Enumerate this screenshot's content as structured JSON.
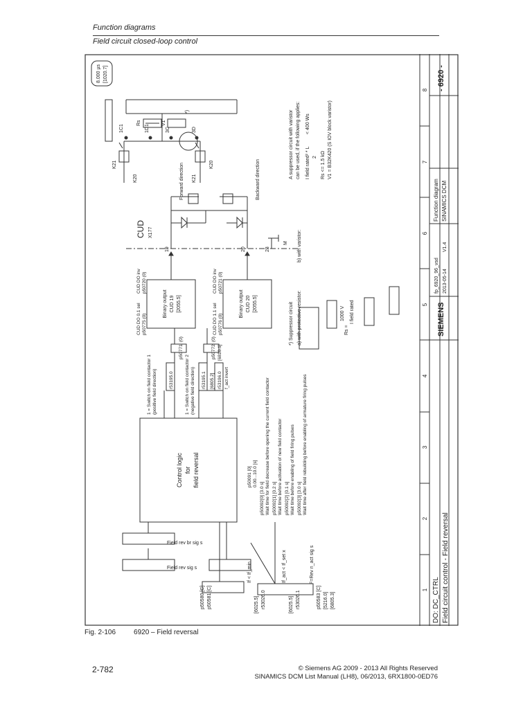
{
  "header": {
    "title": "Function diagrams",
    "subtitle": "Field circuit closed-loop control"
  },
  "figure": {
    "number": "Fig. 2-106",
    "title": "6920 – Field reversal"
  },
  "footer": {
    "page_number": "2-782",
    "copyright": "© Siemens AG 2009 - 2013 All Rights Reserved",
    "manual": "SINAMICS DCM List Manual (LH8), 06/2013, 6RX1800-0ED76"
  },
  "diagram": {
    "inputs": [
      {
        "label": "Field rev sig s",
        "param": "p50580 [C]"
      },
      {
        "label": "Field rev br sig s",
        "param": "p50581 [C]"
      },
      {
        "label": "If < If_min",
        "ref": "[6025.5]",
        "param": "r53026.0"
      },
      {
        "label": "If_act < If_set x",
        "ref": "[6025.5]",
        "param": "r53026.1"
      },
      {
        "label": "F=Rev n_act sig s",
        "param": "p50583 [C]",
        "ref2": "[5216.0]",
        "ref3": "[6805.3]"
      }
    ],
    "control_block": {
      "line1": "Control logic",
      "line2": "for",
      "line3": "field reversal"
    },
    "timing": {
      "p50091": "p50091 [0]",
      "p50091_range": "0.00...10.0 [s]",
      "items": [
        {
          "param": "p50092[0] [3.0 s]",
          "desc": "Wait time for field decrease before opening the current field contactor"
        },
        {
          "param": "p50092[1] [0.2 s]",
          "desc": "Wait time before activation of new field contactor"
        },
        {
          "param": "p50092[2] [0.1 s]",
          "desc": "Wait time before enabling of field firing pulses"
        },
        {
          "param": "p50092[3] [3.0 s]",
          "desc": "Wait time after field rebuilding before enabling of armature firing pulses"
        }
      ]
    },
    "outputs": [
      {
        "desc1": "1 = Switch on field contactor 1",
        "desc2": "(positive field direction)",
        "param": "r53195.0",
        "p": "p50771",
        "p_val": "(0)",
        "sel": "CUD DO 0.1 sel",
        "sel_p": "p50775 (0)",
        "inv": "CUD DO inv",
        "inv_p": "p50720 (0)",
        "block": "Binary output",
        "block2": "CUD 19",
        "block_ref": "[2055.5]",
        "term": "19"
      },
      {
        "desc1": "1 = Switch on field contactor 2",
        "desc2": "(negative field direction)",
        "param": "r53195.1",
        "ref": "[6805.2]",
        "p": "p50772",
        "p_val": "(0)",
        "sel": "CUD DO 1.1 sel",
        "sel_p": "p50776 (0)",
        "inv": "CUD DO inv",
        "inv_p": "p50721 (0)",
        "block": "Binary output",
        "block2": "CUD 20",
        "block_ref": "[2055.5]",
        "term": "20"
      }
    ],
    "extra": {
      "param": "r53196.0",
      "ref": "[6810.1]",
      "name": "f_act invert"
    },
    "cud": {
      "name": "CUD",
      "conn": "X177",
      "term_m": "23",
      "m": "M"
    },
    "contactors": {
      "forward": "Forward direction",
      "backward": "Backward direction",
      "k20": "K20",
      "k21": "K21"
    },
    "power": {
      "timestamp": "8.000 µs",
      "timestamp_ref": "[1020.7]",
      "terminals": [
        "1C1",
        "1D1",
        "3C",
        "3D"
      ],
      "v1": "V1",
      "rs": "Rs",
      "note_mark": "*)"
    },
    "suppressor": {
      "title": "*) Suppressor circuit",
      "a_title": "a) with protective resistor:",
      "b_title": "b) with varistor:",
      "formula_lhs": "Rs =",
      "formula_num": "1000 V",
      "formula_den": "I field rated",
      "right_text": [
        "A suppressor circuit with varistor",
        "can be used, if the following applies:",
        "I field rated² * L",
        "< 400 Ws",
        "2",
        "Rs <= 1.5 kΩ",
        "V1 = B32K420 (S IOV block varistor)"
      ]
    },
    "title_block": {
      "grid_numbers": [
        "1",
        "2",
        "3",
        "4",
        "5",
        "6",
        "7",
        "8"
      ],
      "do_line": "DO: DC_CTRL",
      "title": "Field circuit control - Field reversal",
      "brand": "SIEMENS",
      "file": "fp_6920_96_vsd",
      "date": "2013-05-14",
      "version": "V1.4",
      "fd_label": "Function diagram",
      "product": "SINAMICS DCM",
      "page": "- 6920 -"
    }
  }
}
